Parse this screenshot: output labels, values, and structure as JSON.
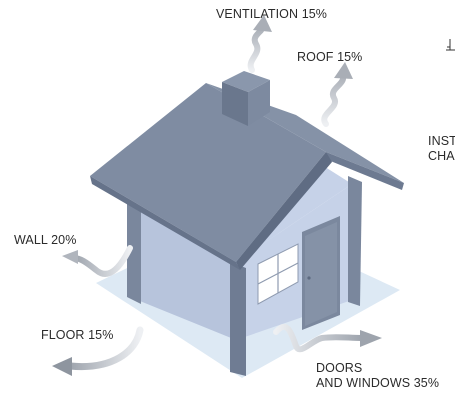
{
  "labels": {
    "ventilation": "VENTILATION 15%",
    "roof": "ROOF 15%",
    "wall": "WALL 20%",
    "floor": "FLOOR 15%",
    "doors_line1": "DOORS",
    "doors_line2": "AND WINDOWS 35%",
    "inst_line1": "INST",
    "inst_line2": "CHA"
  },
  "heat_loss": [
    {
      "part": "ventilation",
      "percent": 15
    },
    {
      "part": "roof",
      "percent": 15
    },
    {
      "part": "wall",
      "percent": 20
    },
    {
      "part": "floor",
      "percent": 15
    },
    {
      "part": "doors and windows",
      "percent": 35
    }
  ],
  "colors": {
    "roof": "#7d8aa0",
    "roof_edge": "#66738a",
    "wall_front": "#b3c0d8",
    "wall_side": "#c4d0e6",
    "post": "#6f7c93",
    "ground": "#d9e7f3",
    "arrow": "#b8bdc4",
    "arrow_light": "#e7eaee",
    "window": "#ffffff",
    "door": "#7b889e"
  }
}
